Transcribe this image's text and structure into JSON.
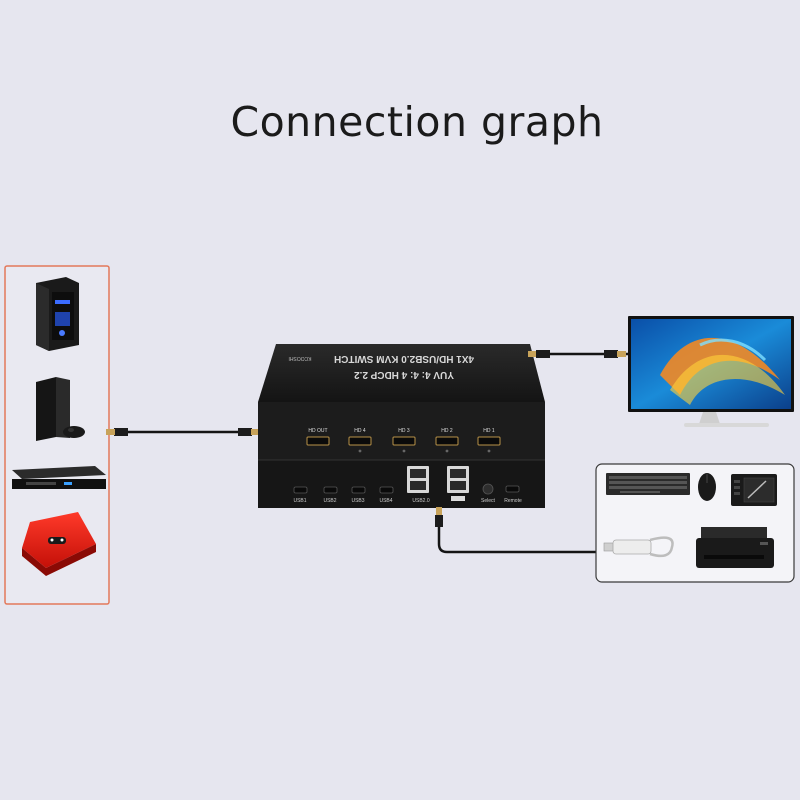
{
  "title": "Connection graph",
  "device": {
    "brand": "KCOOSHI",
    "name": "4X1 HD/USB2.0 KVM SWITCH",
    "spec": "YUV 4: 4: 4  HDCP 2.2",
    "hdmi_ports": [
      "HD OUT",
      "HD 4",
      "HD 3",
      "HD 2",
      "HD 1"
    ],
    "usb_ports": [
      "USB1",
      "USB2",
      "USB3",
      "USB4"
    ],
    "usb20_label": "USB2.0",
    "select_label": "Select",
    "remote_label": "Remote"
  },
  "colors": {
    "background": "#e6e6ef",
    "source_box_border": "#e3785a",
    "peripheral_box_border": "#3a3a3a",
    "device_body": "#1c1c1c"
  }
}
